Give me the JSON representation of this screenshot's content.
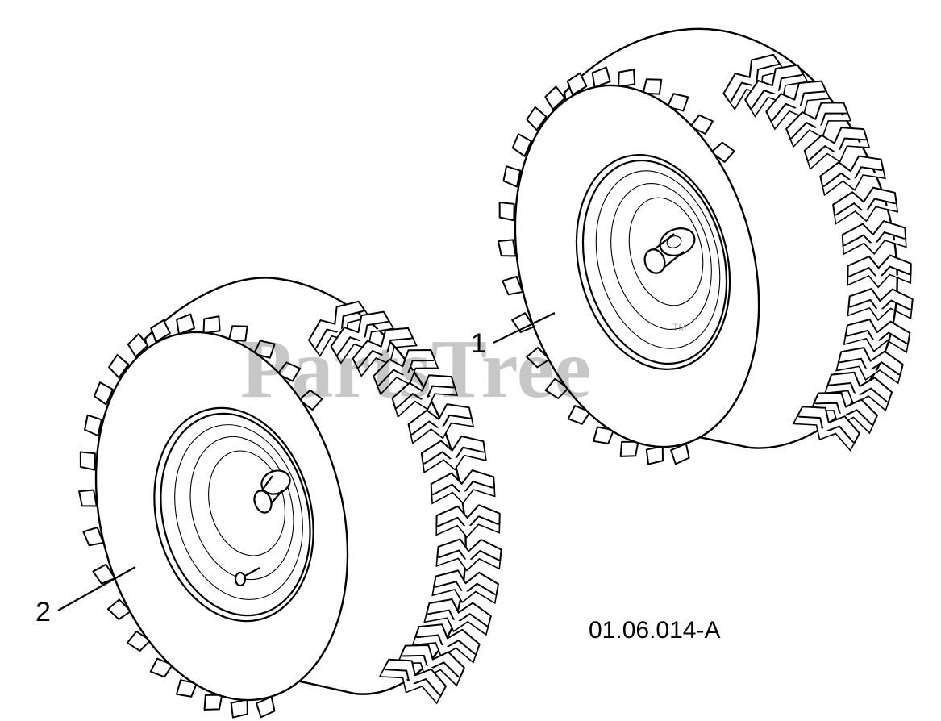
{
  "watermark": {
    "text": "PartsTree",
    "trademark": "TM"
  },
  "callouts": [
    {
      "number": "1",
      "part": "wheel-right"
    },
    {
      "number": "2",
      "part": "wheel-left"
    }
  ],
  "figure_code": "01.06.014-A",
  "colors": {
    "ink": "#000000",
    "paper": "#ffffff",
    "watermark": "#8a8a8a"
  }
}
